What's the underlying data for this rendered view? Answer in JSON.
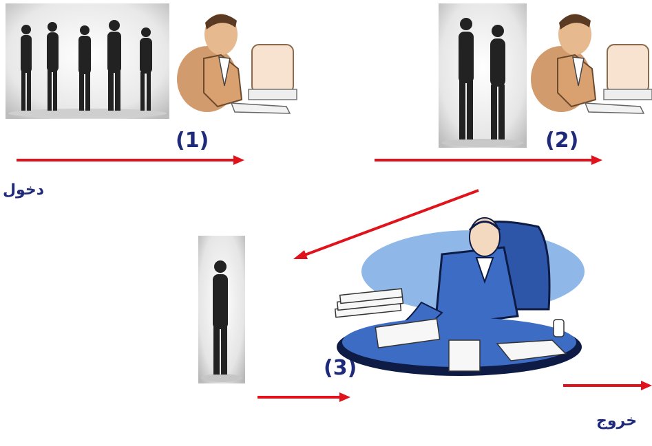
{
  "steps": [
    {
      "label": "(1)"
    },
    {
      "label": "(2)"
    },
    {
      "label": "(3)"
    }
  ],
  "labels": {
    "entry": "دخول",
    "exit": "خروج"
  },
  "colors": {
    "arrow": "#e0121b",
    "text": "#1f2a7a",
    "skin": "#c98a55",
    "suit": "#2e56a8",
    "oval": "#8fb8e8"
  },
  "icons": {
    "queue_large": "group-of-people-silhouettes",
    "queue_medium": "two-people-silhouettes",
    "queue_single": "single-person-silhouette",
    "clerk": "clerk-at-computer-clipart",
    "manager": "manager-at-desk-clipart"
  }
}
